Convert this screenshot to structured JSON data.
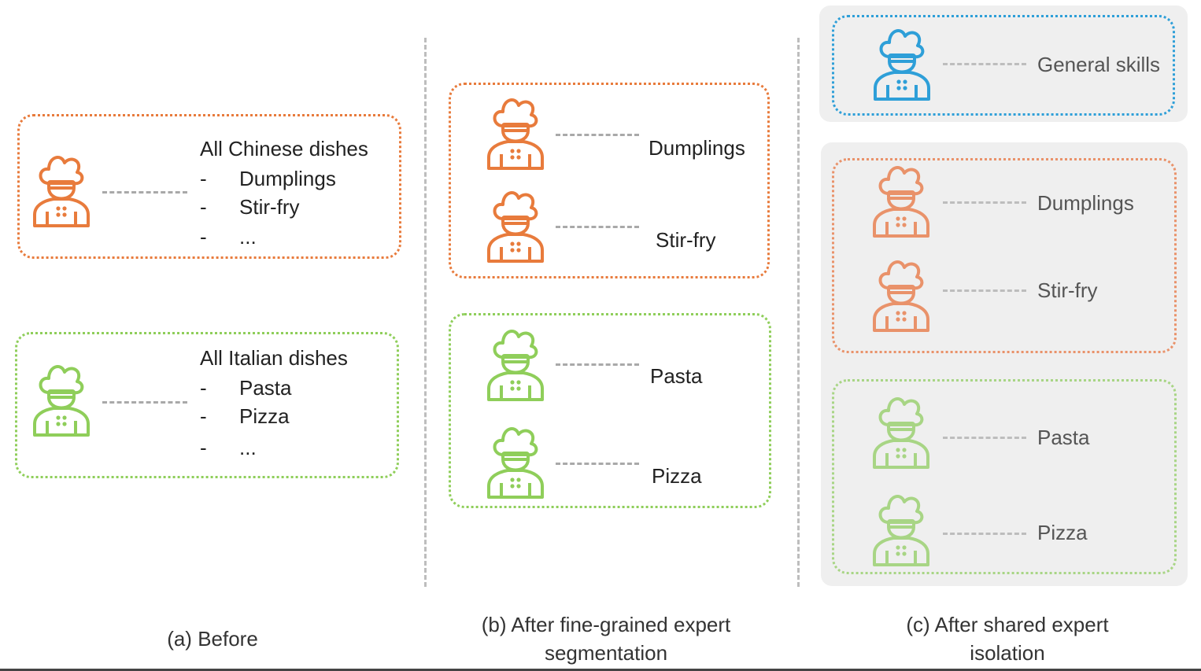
{
  "colors": {
    "orange": "#e87b3c",
    "green": "#8fce5a",
    "blue": "#2e9fd8",
    "orange_muted": "#e9926a",
    "green_muted": "#a8d585"
  },
  "icon": "chef-icon",
  "panel_a": {
    "caption": "(a) Before",
    "chinese": {
      "heading": "All Chinese dishes",
      "items": [
        {
          "bullet": "-",
          "text": "Dumplings"
        },
        {
          "bullet": "-",
          "text": "Stir-fry"
        },
        {
          "bullet": "-",
          "text": "..."
        }
      ]
    },
    "italian": {
      "heading": "All Italian dishes",
      "items": [
        {
          "bullet": "-",
          "text": "Pasta"
        },
        {
          "bullet": "-",
          "text": "Pizza"
        },
        {
          "bullet": "-",
          "text": "..."
        }
      ]
    }
  },
  "panel_b": {
    "caption_line1": "(b) After fine-grained expert",
    "caption_line2": "segmentation",
    "chinese_experts": [
      "Dumplings",
      "Stir-fry"
    ],
    "italian_experts": [
      "Pasta",
      "Pizza"
    ]
  },
  "panel_c": {
    "caption_line1": "(c) After shared expert",
    "caption_line2": "isolation",
    "shared_expert": "General skills",
    "chinese_experts": [
      "Dumplings",
      "Stir-fry"
    ],
    "italian_experts": [
      "Pasta",
      "Pizza"
    ]
  }
}
